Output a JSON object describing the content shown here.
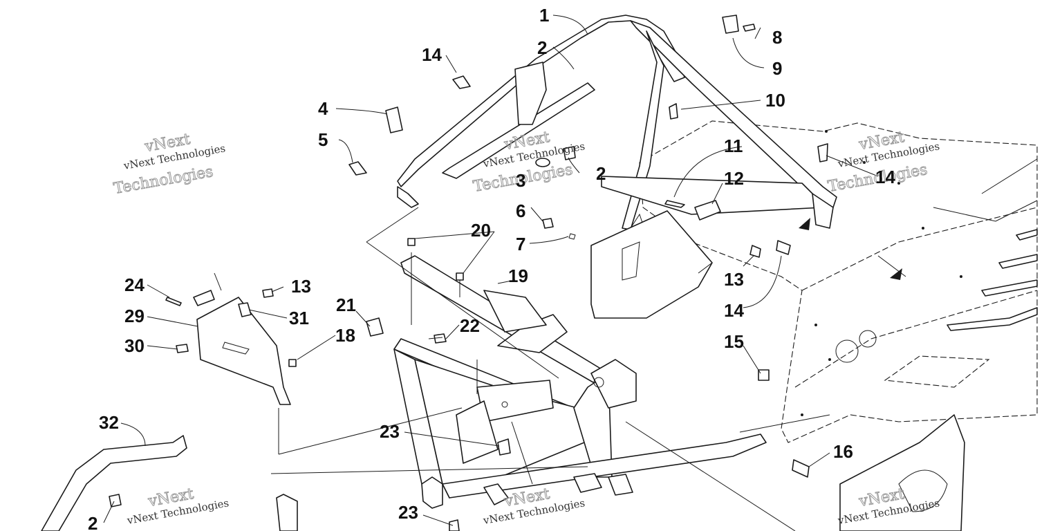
{
  "callouts": [
    {
      "id": "c1",
      "text": "1"
    },
    {
      "id": "c2a",
      "text": "2"
    },
    {
      "id": "c2b",
      "text": "2"
    },
    {
      "id": "c2c",
      "text": "2"
    },
    {
      "id": "c3",
      "text": "3"
    },
    {
      "id": "c4",
      "text": "4"
    },
    {
      "id": "c5",
      "text": "5"
    },
    {
      "id": "c6",
      "text": "6"
    },
    {
      "id": "c7",
      "text": "7"
    },
    {
      "id": "c8",
      "text": "8"
    },
    {
      "id": "c9",
      "text": "9"
    },
    {
      "id": "c10",
      "text": "10"
    },
    {
      "id": "c11",
      "text": "11"
    },
    {
      "id": "c12",
      "text": "12"
    },
    {
      "id": "c13a",
      "text": "13"
    },
    {
      "id": "c13b",
      "text": "13"
    },
    {
      "id": "c14a",
      "text": "14"
    },
    {
      "id": "c14b",
      "text": "14"
    },
    {
      "id": "c14c",
      "text": "14"
    },
    {
      "id": "c15",
      "text": "15"
    },
    {
      "id": "c16",
      "text": "16"
    },
    {
      "id": "c18",
      "text": "18"
    },
    {
      "id": "c19",
      "text": "19"
    },
    {
      "id": "c20",
      "text": "20"
    },
    {
      "id": "c21",
      "text": "21"
    },
    {
      "id": "c22",
      "text": "22"
    },
    {
      "id": "c23a",
      "text": "23"
    },
    {
      "id": "c23b",
      "text": "23"
    },
    {
      "id": "c24",
      "text": "24"
    },
    {
      "id": "c29",
      "text": "29"
    },
    {
      "id": "c30",
      "text": "30"
    },
    {
      "id": "c31",
      "text": "31"
    },
    {
      "id": "c32",
      "text": "32"
    }
  ],
  "watermark": {
    "line1": "vNext Technologies",
    "line2": "vNext",
    "line3": "Technologies"
  },
  "colors": {
    "ink": "#1a1a1a",
    "background": "#ffffff",
    "watermark": "#999999"
  }
}
